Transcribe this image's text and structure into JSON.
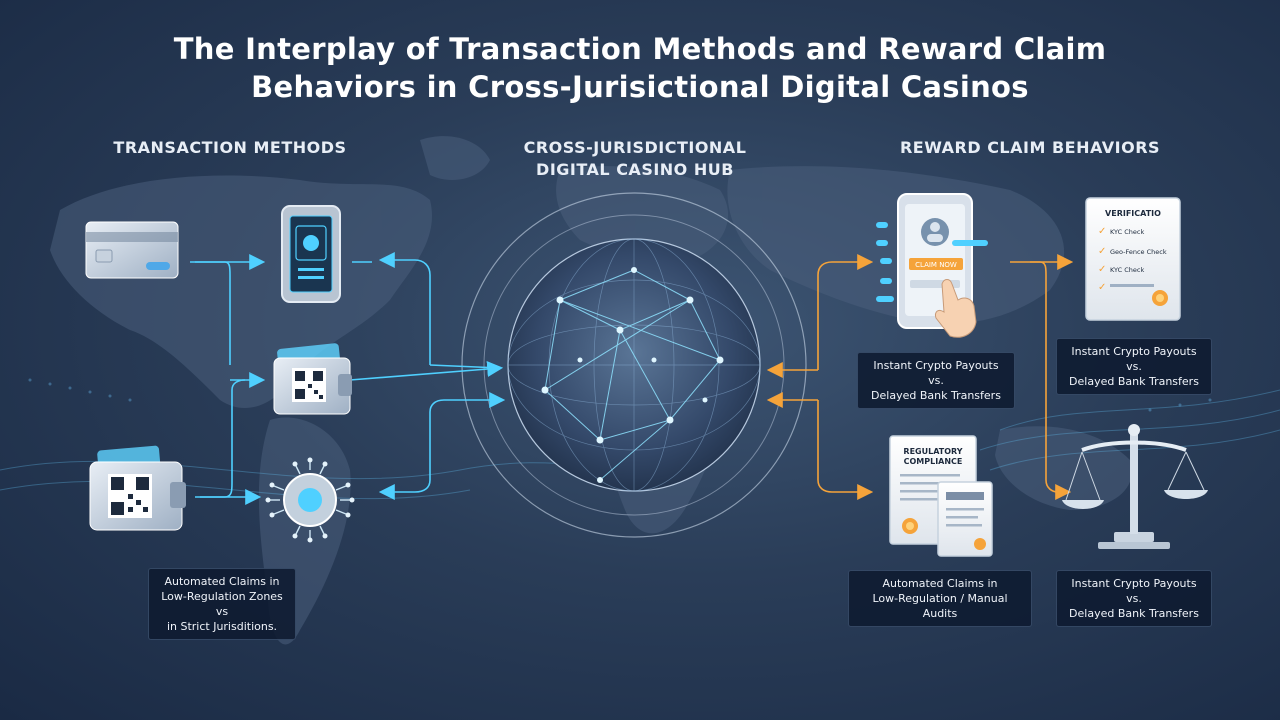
{
  "title_line1": "The Interplay of Transaction Methods and Reward Claim",
  "title_line2": "Behaviors in Cross-Jurisictional Digital Casinos",
  "left_heading": "TRANSACTION METHODS",
  "hub_heading_line1": "CROSS-JURISDICTIONAL",
  "hub_heading_line2": "DIGITAL CASINO HUB",
  "right_heading": "REWARD CLAIM BEHAVIORS",
  "phone_button": "CLAIM NOW",
  "cert_title": "VERIFICATIO",
  "cert_items": [
    "KYC Check",
    "Geo-Fence Check",
    "KYC Check"
  ],
  "doc_title_line1": "REGULATORY",
  "doc_title_line2": "COMPLIANCE",
  "captions": {
    "left": [
      "Automated Claims in",
      "Low-Regulation Zones vs",
      "in Strict Jurisditions."
    ],
    "mid_top": [
      "Instant Crypto Payouts vs.",
      "Delayed Bank Transfers"
    ],
    "right_top": [
      "Instant Crypto Payouts vs.",
      "Delayed Bank Transfers"
    ],
    "mid_bottom": [
      "Automated Claims in",
      "Low-Regulation / Manual Audits"
    ],
    "right_bottom": [
      "Instant Crypto Payouts vs.",
      "Delayed Bank Transfers"
    ]
  },
  "colors": {
    "accent_blue": "#4fd0ff",
    "accent_orange": "#f5a33a",
    "background": "#2a3d58",
    "caption_bg": "#0e1a30"
  },
  "icons": [
    "credit-card-icon",
    "mobile-phone-icon",
    "digital-wallet-icon",
    "qr-wallet-icon",
    "gear-circuit-icon",
    "globe-network-icon",
    "phone-claim-icon",
    "verification-certificate-icon",
    "compliance-document-icon",
    "scales-of-justice-icon"
  ]
}
